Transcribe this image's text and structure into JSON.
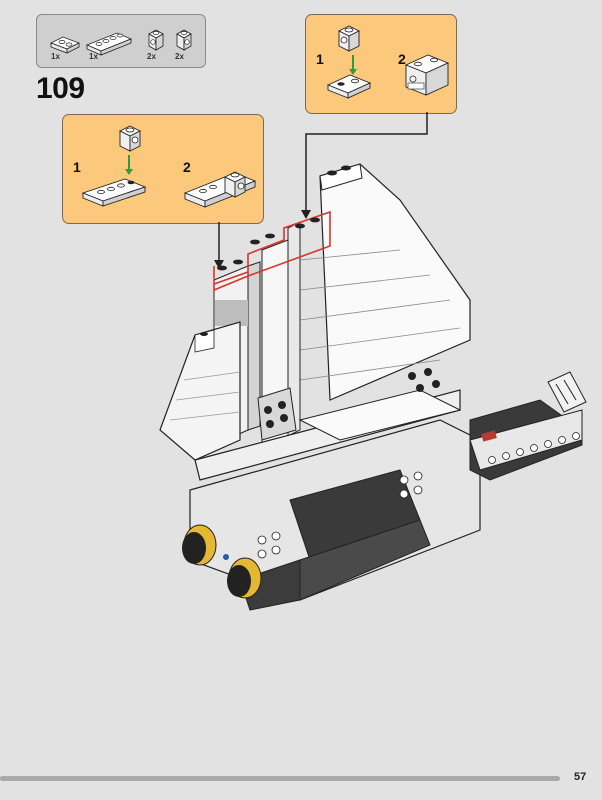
{
  "parts_list": [
    {
      "quantity": "1x",
      "part": "plate-1x2-with-2-studs"
    },
    {
      "quantity": "1x",
      "part": "plate-1x4"
    },
    {
      "quantity": "2x",
      "part": "brick-1x1-with-side-stud"
    },
    {
      "quantity": "2x",
      "part": "brick-1x1-with-side-stud"
    }
  ],
  "step": {
    "number": "109"
  },
  "subassembly_left": {
    "steps": [
      {
        "label": "1"
      },
      {
        "label": "2"
      }
    ]
  },
  "subassembly_right": {
    "steps": [
      {
        "label": "1"
      },
      {
        "label": "2"
      }
    ]
  },
  "colors": {
    "page_background": "#e2e2e2",
    "callout_fill": "#fcc87c",
    "highlight_outline": "#d9342b",
    "placement_arrow": "#2f9e3a"
  },
  "icons": [
    "plate-icon",
    "brick-icon",
    "arrow-down-icon",
    "model-icon"
  ],
  "page": {
    "number": "57",
    "progress": 0.93
  }
}
